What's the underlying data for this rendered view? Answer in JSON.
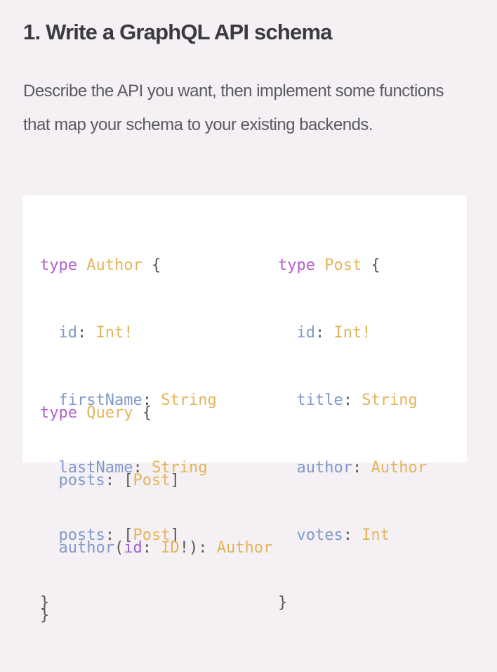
{
  "section": {
    "title": "1. Write a GraphQL API schema",
    "description": "Describe the API you want, then implement some functions that map your schema to your existing backends."
  },
  "code": {
    "author_type": {
      "keyword": "type",
      "name": "Author",
      "open": "{",
      "close": "}",
      "fields": [
        {
          "name": "id",
          "sep": ": ",
          "type": "Int!"
        },
        {
          "name": "firstName",
          "sep": ": ",
          "type": "String"
        },
        {
          "name": "lastName",
          "sep": ": ",
          "type": "String"
        },
        {
          "name": "posts",
          "sep": ": ",
          "lb": "[",
          "type": "Post",
          "rb": "]"
        }
      ]
    },
    "post_type": {
      "keyword": "type",
      "name": "Post",
      "open": "{",
      "close": "}",
      "fields": [
        {
          "name": "id",
          "sep": ": ",
          "type": "Int!"
        },
        {
          "name": "title",
          "sep": ": ",
          "type": "String"
        },
        {
          "name": "author",
          "sep": ": ",
          "type": "Author"
        },
        {
          "name": "votes",
          "sep": ": ",
          "type": "Int"
        }
      ]
    },
    "query_type": {
      "keyword": "type",
      "name": "Query",
      "open": "{",
      "close": "}",
      "fields": [
        {
          "name": "posts",
          "sep": ": ",
          "lb": "[",
          "type": "Post",
          "rb": "]"
        },
        {
          "name": "author",
          "paren_open": "(",
          "arg": "id",
          "arg_sep": ": ",
          "arg_type": "ID",
          "bang": "!",
          "paren_close": ")",
          "sep": ": ",
          "type": "Author"
        }
      ]
    }
  },
  "colors": {
    "background": "#f4f0f4",
    "panel": "#ffffff",
    "keyword": "#b35fcf",
    "type_name": "#e2b55a",
    "field": "#7f9ac9",
    "punctuation": "#555555"
  }
}
